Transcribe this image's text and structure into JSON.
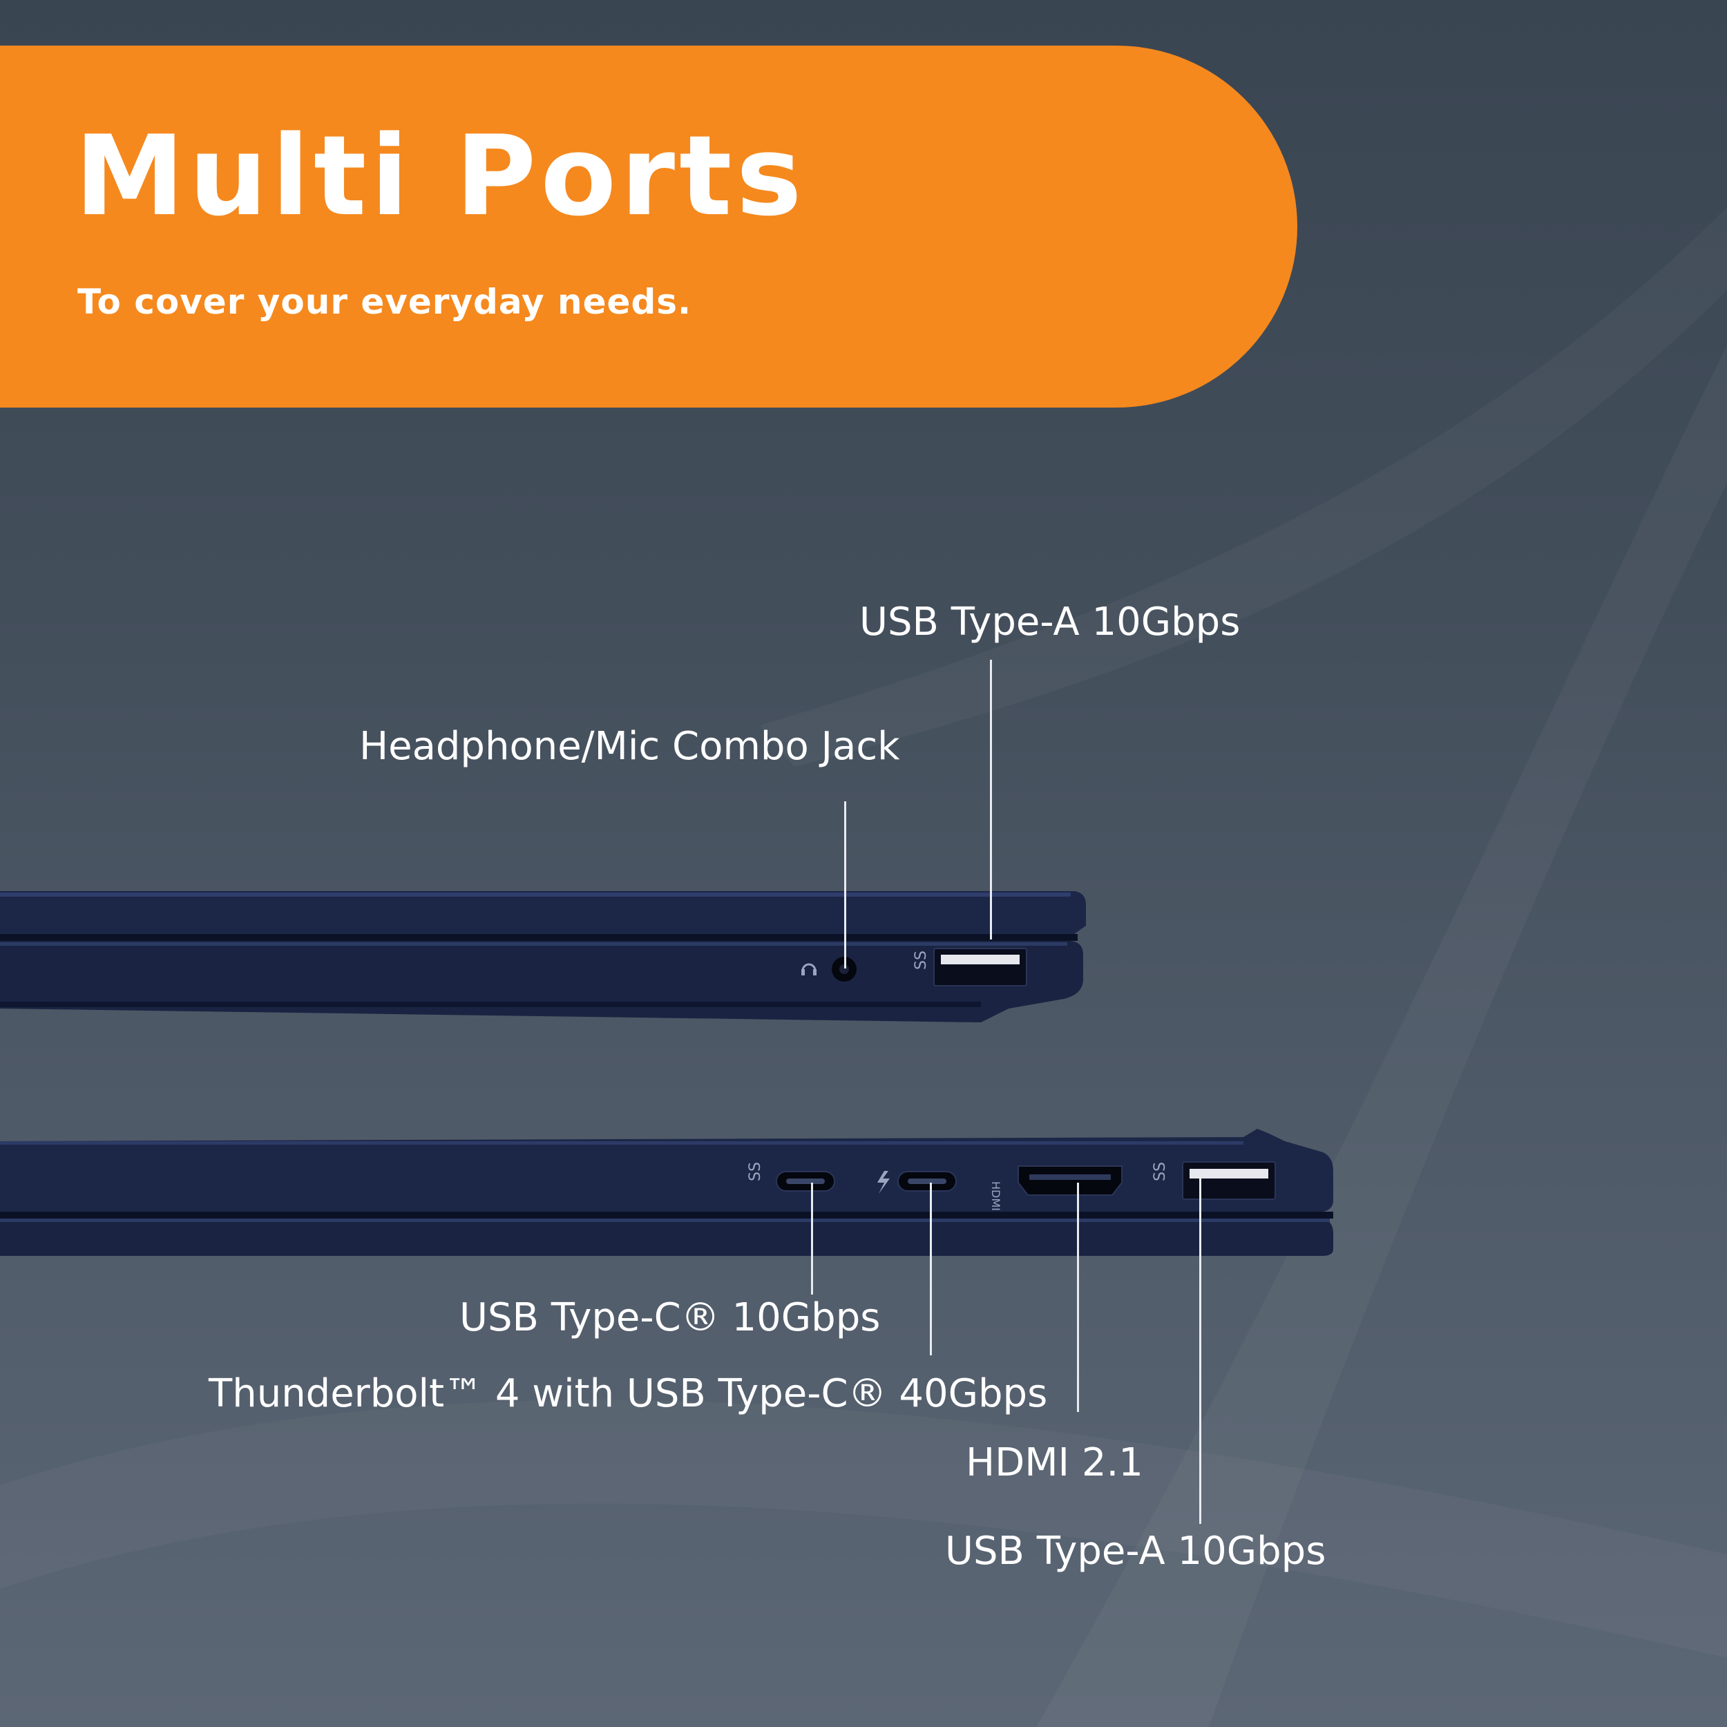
{
  "banner": {
    "title": "Multi Ports",
    "subtitle": "To cover your everyday needs."
  },
  "colors": {
    "accent": "#f5891e",
    "background": "#434e5b",
    "laptop_body": "#1c2748",
    "text": "#ffffff"
  },
  "ports": {
    "right_side": [
      {
        "label": "USB Type-A 10Gbps",
        "icon": "usb-a-port-icon"
      },
      {
        "label": "Headphone/Mic Combo Jack",
        "icon": "audio-jack-icon"
      }
    ],
    "left_side": [
      {
        "label": "USB Type-C® 10Gbps",
        "icon": "usb-c-port-icon"
      },
      {
        "label": "Thunderbolt™ 4 with USB Type-C® 40Gbps",
        "icon": "thunderbolt-port-icon"
      },
      {
        "label": "HDMI 2.1",
        "icon": "hdmi-port-icon"
      },
      {
        "label": "USB Type-A 10Gbps",
        "icon": "usb-a-port-icon"
      }
    ]
  }
}
